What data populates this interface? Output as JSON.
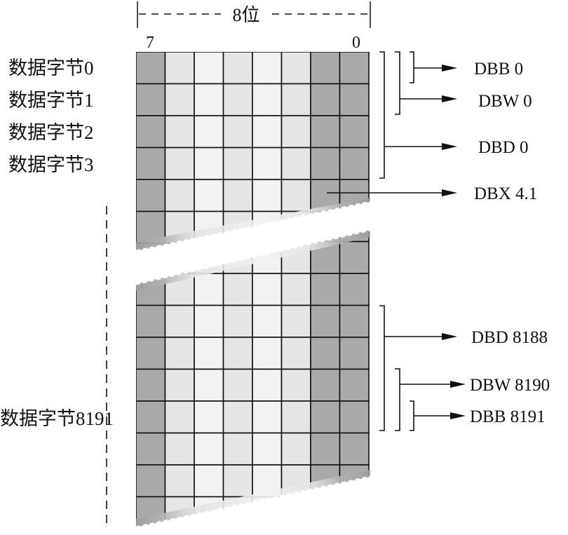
{
  "header": {
    "width_label": "8位",
    "msb_label": "7",
    "lsb_label": "0"
  },
  "byte_labels": [
    "数据字节0",
    "数据字节1",
    "数据字节2",
    "数据字节3",
    "数据字节8191"
  ],
  "address_labels": [
    "DBB 0",
    "DBW 0",
    "DBD 0",
    "DBX 4.1",
    "DBD 8188",
    "DBW 8190",
    "DBB 8191"
  ],
  "colors": {
    "dark_cell": "#a9a9a9",
    "light_cell_a": "#e6e6e6",
    "light_cell_b": "#f2f2f2",
    "grid_line": "#111111"
  }
}
